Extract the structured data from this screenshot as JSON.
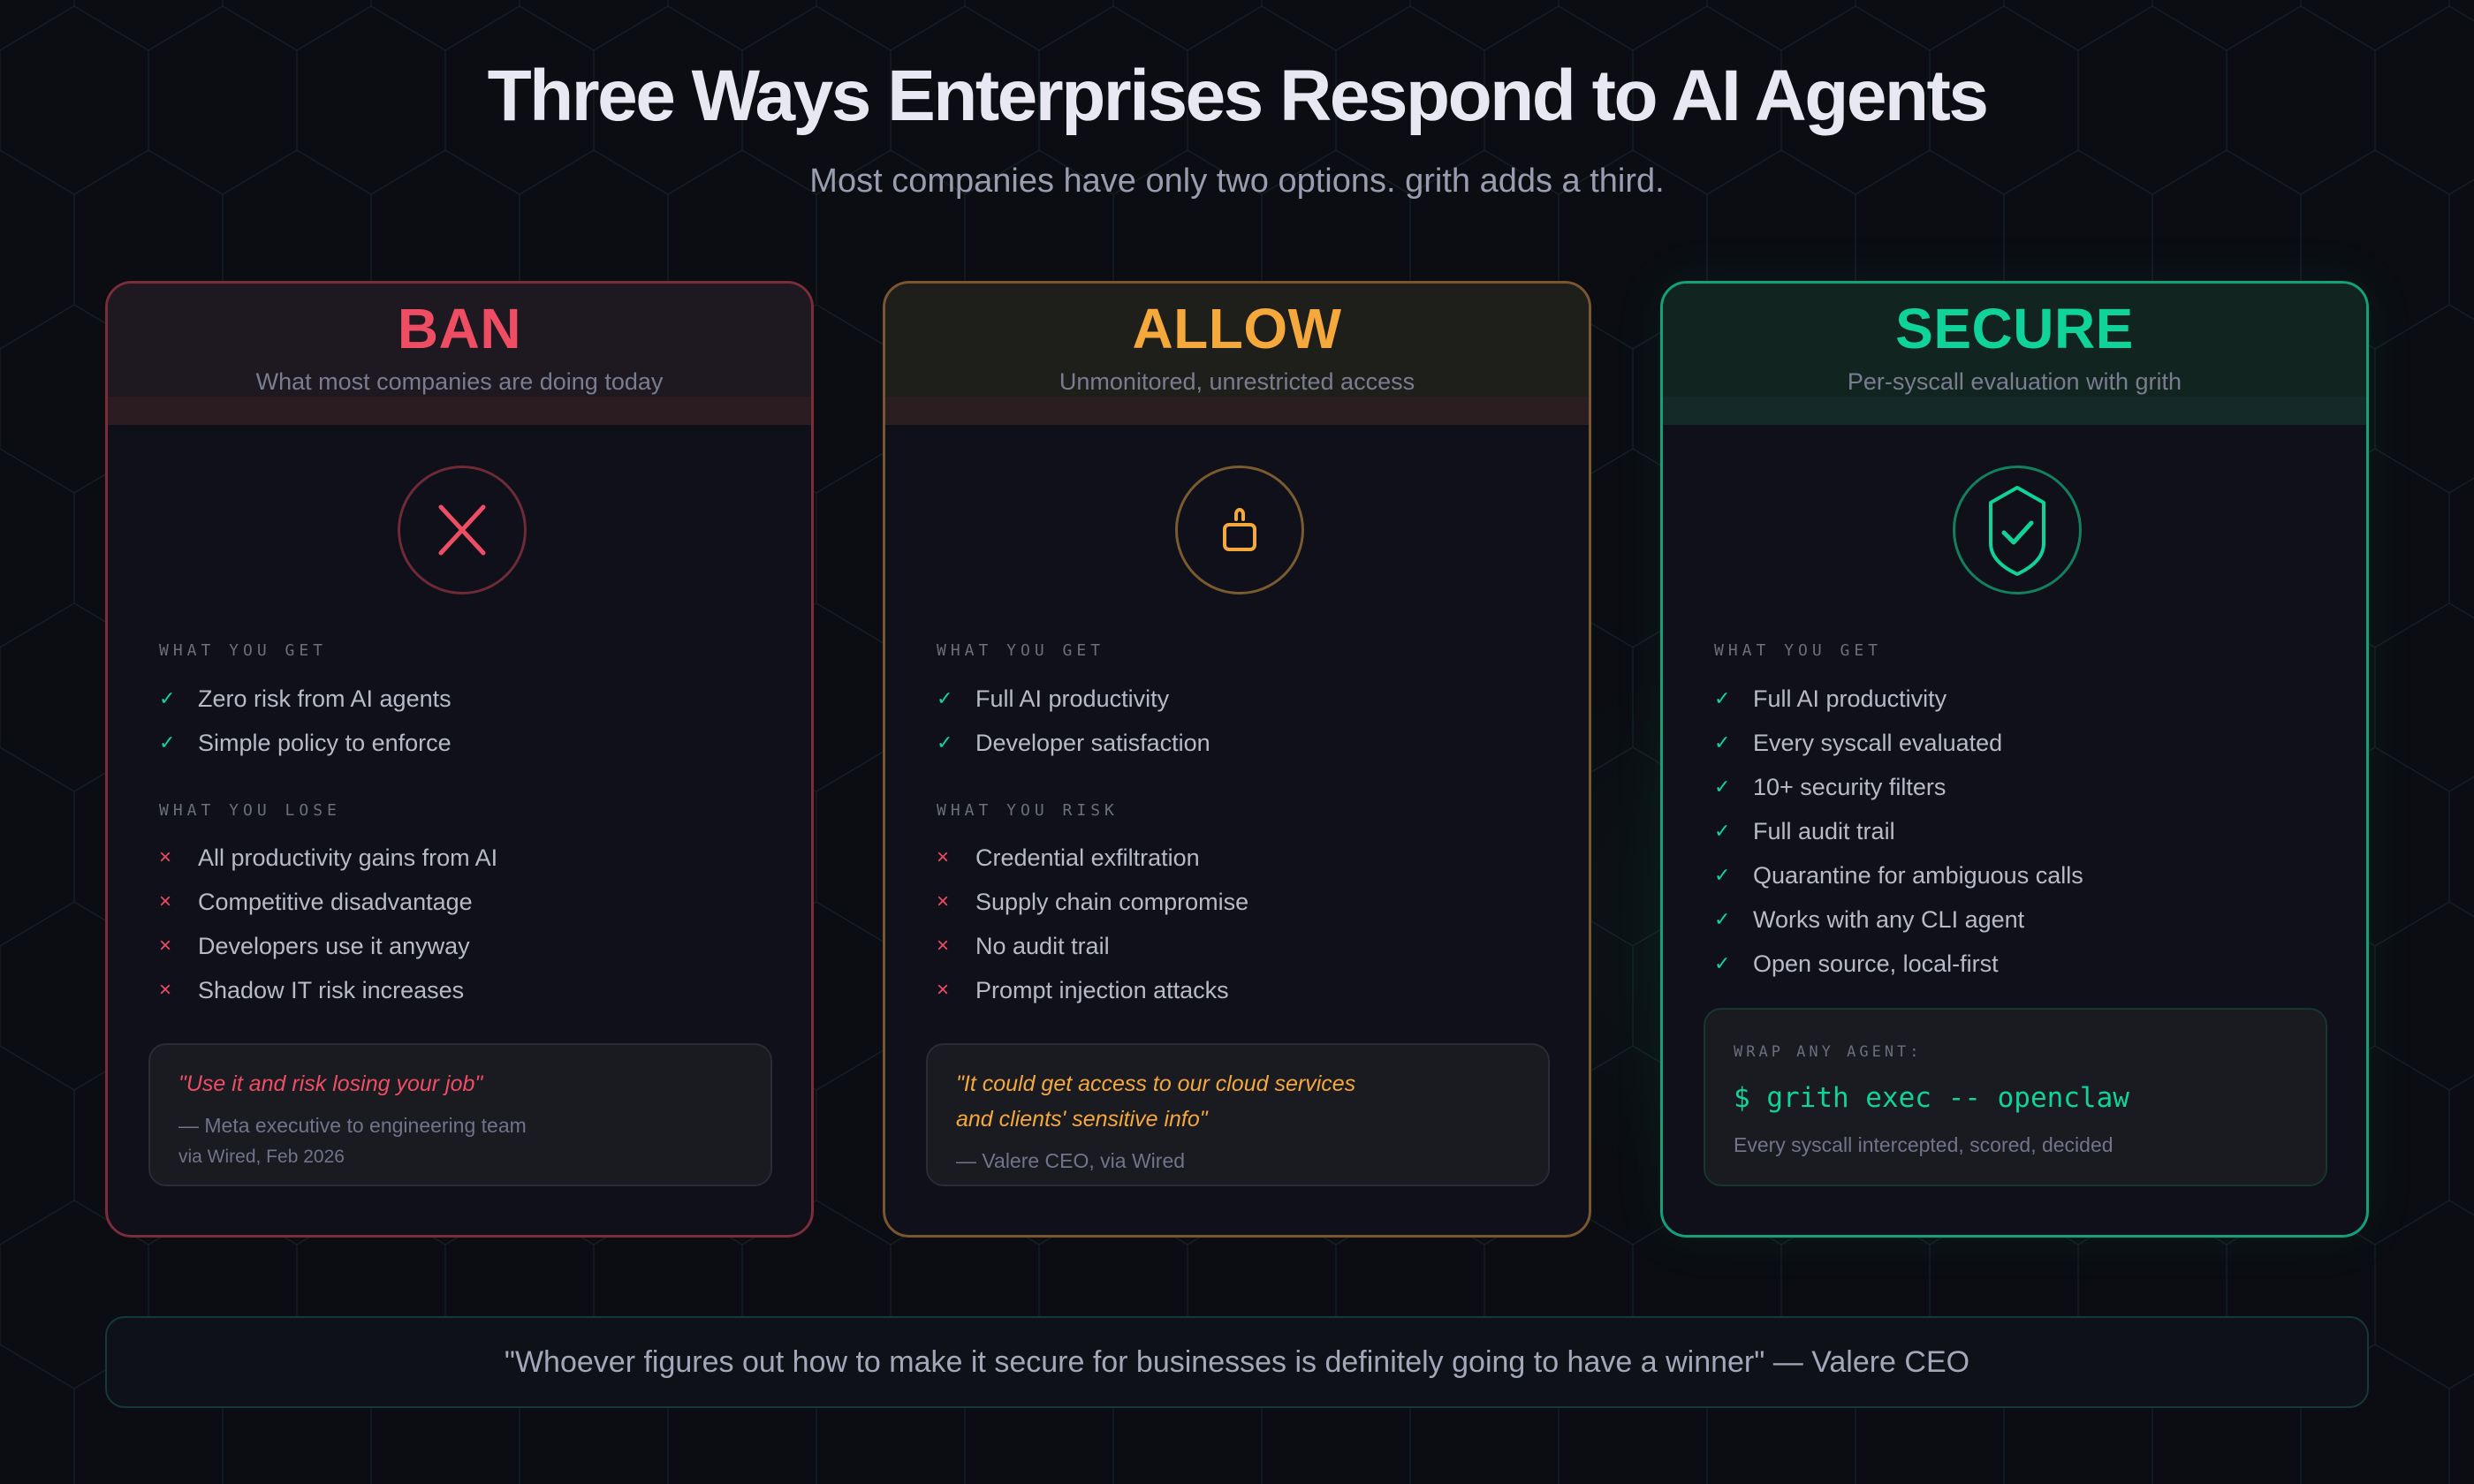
{
  "header": {
    "title": "Three Ways Enterprises Respond to AI Agents",
    "subtitle": "Most companies have only two options. grith adds a third."
  },
  "colors": {
    "ban": "#ef4d64",
    "allow": "#f5a83b",
    "secure": "#10d39a",
    "background": "#0b0d12"
  },
  "cards": {
    "ban": {
      "title": "BAN",
      "tagline": "What most companies are doing today",
      "icon": "x-icon",
      "get_label": "WHAT YOU GET",
      "get_items": [
        "Zero risk from AI agents",
        "Simple policy to enforce"
      ],
      "lose_label": "WHAT YOU LOSE",
      "lose_items": [
        "All productivity gains from AI",
        "Competitive disadvantage",
        "Developers use it anyway",
        "Shadow IT risk increases"
      ],
      "quote": {
        "text": "\"Use it and risk losing your job\"",
        "attribution": "— Meta executive to engineering team",
        "source": "via Wired, Feb 2026"
      }
    },
    "allow": {
      "title": "ALLOW",
      "tagline": "Unmonitored, unrestricted access",
      "icon": "unlock-icon",
      "get_label": "WHAT YOU GET",
      "get_items": [
        "Full AI productivity",
        "Developer satisfaction"
      ],
      "risk_label": "WHAT YOU RISK",
      "risk_items": [
        "Credential exfiltration",
        "Supply chain compromise",
        "No audit trail",
        "Prompt injection attacks"
      ],
      "quote": {
        "text": "\"It could get access to our cloud services and clients' sensitive info\"",
        "attribution": "— Valere CEO, via Wired"
      }
    },
    "secure": {
      "title": "SECURE",
      "tagline": "Per-syscall evaluation with grith",
      "icon": "shield-check-icon",
      "get_label": "WHAT YOU GET",
      "get_items": [
        "Full AI productivity",
        "Every syscall evaluated",
        "10+ security filters",
        "Full audit trail",
        "Quarantine for ambiguous calls",
        "Works with any CLI agent",
        "Open source, local-first"
      ],
      "code": {
        "label": "WRAP ANY AGENT:",
        "command": "$ grith exec -- openclaw",
        "note": "Every syscall intercepted, scored, decided"
      }
    }
  },
  "icons": {
    "check": "✓",
    "cross": "×"
  },
  "footer": {
    "quote": "\"Whoever figures out how to make it secure for businesses is definitely going to have a winner\" — Valere CEO"
  }
}
